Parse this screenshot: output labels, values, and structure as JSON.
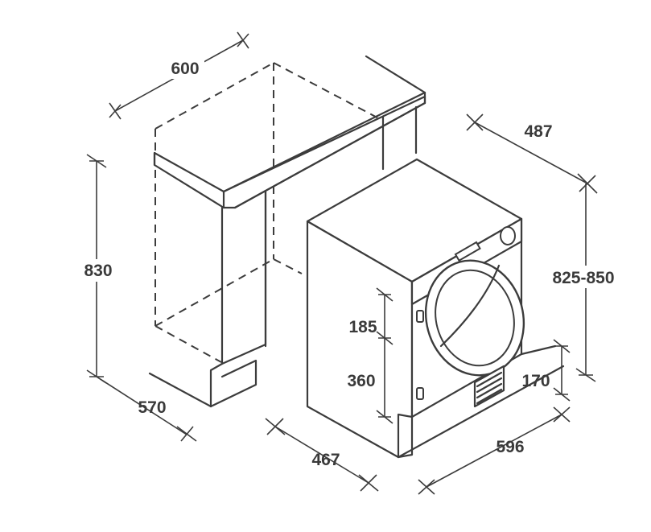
{
  "dimensions": {
    "cabinet_width": "600",
    "cabinet_height": "830",
    "cabinet_depth": "570",
    "dryer_top_depth": "487",
    "dryer_height": "825-850",
    "door_offset_top": "185",
    "door_offset_bottom": "360",
    "plinth_height": "170",
    "dryer_depth": "467",
    "dryer_width": "596"
  }
}
